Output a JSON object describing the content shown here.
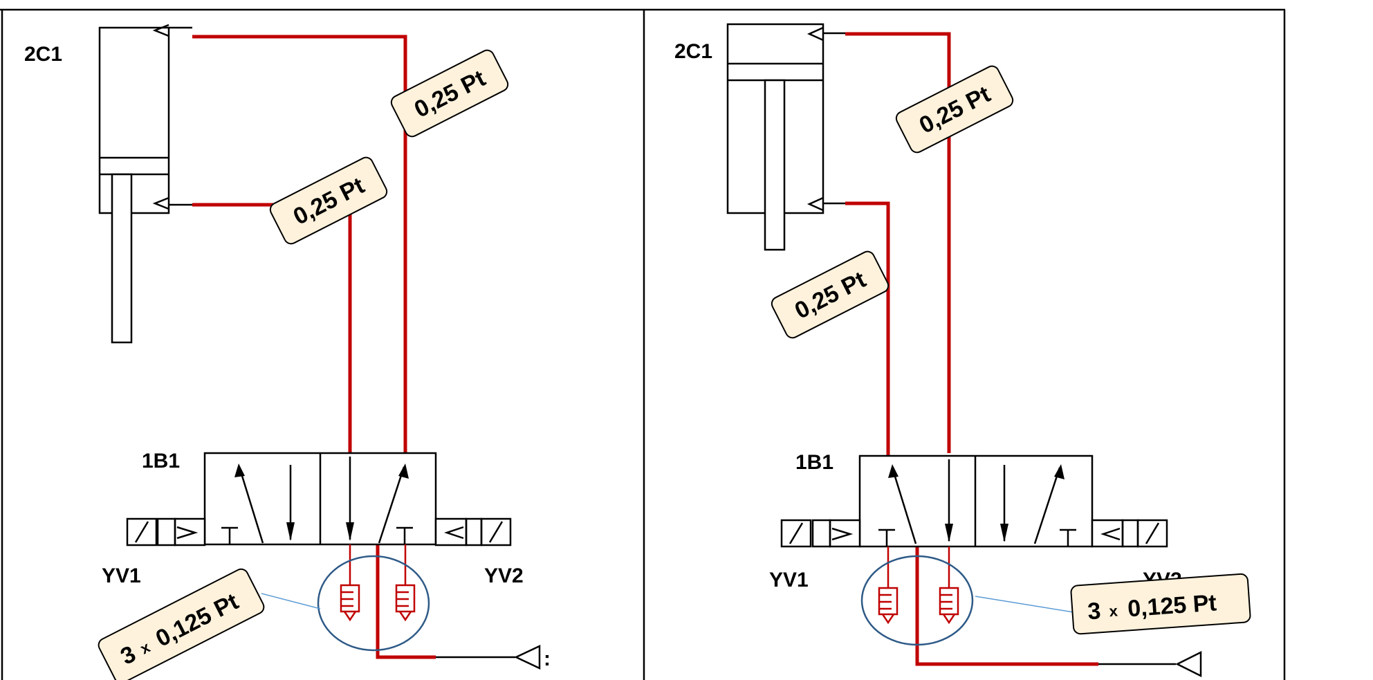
{
  "labels": {
    "cylinder": "2C1",
    "valve": "1B1",
    "solenoid_left": "YV1",
    "solenoid_right": "YV2"
  },
  "callouts": {
    "pipe_value": "0,25 Pt",
    "silencer_count": "3",
    "silencer_multiplier": "x",
    "silencer_value": "0,125 Pt"
  },
  "colors": {
    "pipe": "#c00000",
    "callout_fill": "#fff2dc",
    "highlight_circle": "#2e5a87",
    "leader": "#5b9bd5"
  }
}
